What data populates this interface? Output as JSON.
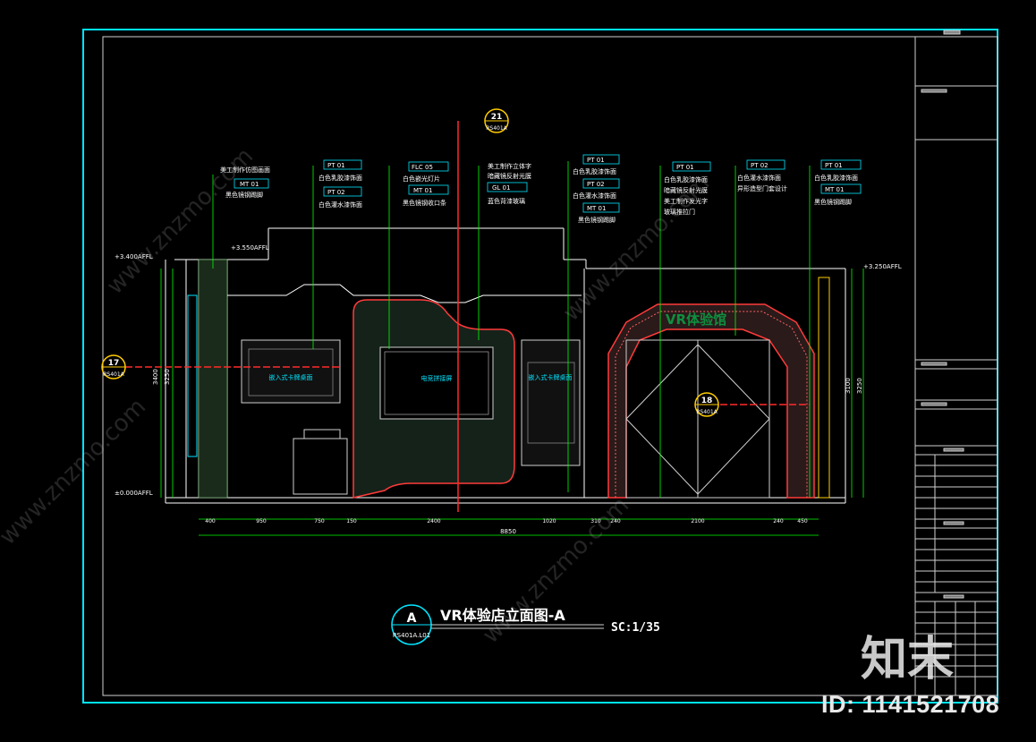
{
  "drawing": {
    "title": "VR体验店立面图-A",
    "scale": "SC:1/35",
    "view_marker": {
      "letter": "A",
      "code": "RS401A.L01"
    },
    "section_markers": [
      {
        "num": "21",
        "code": "RS401A"
      },
      {
        "num": "17",
        "code": "RS401A"
      },
      {
        "num": "18",
        "code": "RS401A"
      }
    ],
    "levels": {
      "top_left": "+3.400AFFL",
      "top_mid": "+3.550AFFL",
      "top_right": "+3.250AFFL",
      "floor": "±0.000AFFL"
    },
    "vertical_dims": {
      "left_outer": "3400",
      "left_inner": "3250",
      "right_inner": "3100",
      "right_outer": "3250"
    },
    "horizontal_dims": [
      "400",
      "950",
      "750",
      "150",
      "2400",
      "1020",
      "310",
      "240",
      "2100",
      "240",
      "450"
    ],
    "total_dim": "8850",
    "sign_text": "VR体验馆",
    "areas": [
      "嵌入式卡牌桌面",
      "电竞拼接屏",
      "嵌入式卡牌桌面"
    ],
    "callouts": [
      {
        "heading": "美工制作仿图画面",
        "codes": [
          "MT 01"
        ],
        "notes": [
          "黑色镜钢踢脚"
        ]
      },
      {
        "heading": "",
        "codes": [
          "PT 01",
          "PT 02"
        ],
        "notes": [
          "白色乳胶漆饰面",
          "白色灌水漆饰面"
        ]
      },
      {
        "heading": "",
        "codes": [
          "FLC 05",
          "MT 01"
        ],
        "notes": [
          "白色嵌光灯片",
          "黑色镜钢收口条"
        ]
      },
      {
        "heading": "美工制作立体字",
        "codes": [
          "GL 01"
        ],
        "notes": [
          "暗藏镜反射光膜",
          "蓝色背漆玻璃"
        ]
      },
      {
        "heading": "",
        "codes": [
          "PT 01",
          "PT 02",
          "MT 01"
        ],
        "notes": [
          "白色乳胶漆饰面",
          "白色灌水漆饰面",
          "黑色镜钢踢脚"
        ]
      },
      {
        "heading": "",
        "codes": [
          "PT 01"
        ],
        "notes": [
          "白色乳胶漆饰面",
          "暗藏镜反射光膜",
          "美工制作发光字",
          "玻璃推拉门"
        ]
      },
      {
        "heading": "",
        "codes": [
          "PT 02"
        ],
        "notes": [
          "白色灌水漆饰面",
          "异形造型门套设计"
        ]
      },
      {
        "heading": "",
        "codes": [
          "PT 01",
          "MT 01"
        ],
        "notes": [
          "白色乳胶漆饰面",
          "黑色镜钢踢脚"
        ]
      }
    ],
    "watermark": {
      "site": "www.znzmo.com",
      "brand": "知末",
      "id": "ID: 1141521708"
    },
    "colors": {
      "frame": "#00e5ff",
      "line": "#00ff00",
      "red": "#ff2a2a",
      "text": "#ffffff",
      "dim": "#00ff00"
    }
  }
}
